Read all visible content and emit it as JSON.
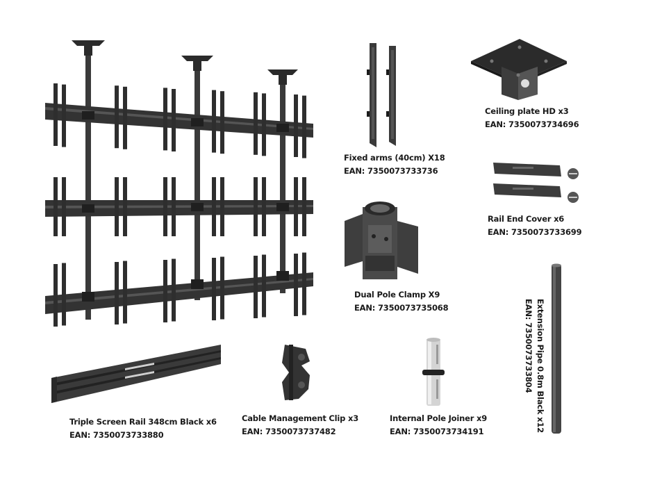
{
  "colors": {
    "metal_dark": "#2b2b2b",
    "metal_mid": "#4a4a4a",
    "metal_light": "#6e6e6e",
    "text": "#1a1a1a"
  },
  "parts": {
    "fixed_arms": {
      "title": "Fixed arms (40cm) X18",
      "ean": "EAN: 7350073733736"
    },
    "ceiling_plate": {
      "title": "Ceiling plate HD x3",
      "ean": "EAN: 7350073734696"
    },
    "rail_end_cover": {
      "title": "Rail End Cover x6",
      "ean": "EAN: 7350073733699"
    },
    "dual_pole_clamp": {
      "title": "Dual Pole Clamp X9",
      "ean": "EAN: 7350073735068"
    },
    "extension_pipe": {
      "title": "Extension Pipe 0.8m Black x12",
      "ean": "EAN: 7350073733804"
    },
    "triple_screen_rail": {
      "title": "Triple Screen Rail 348cm Black x6",
      "ean": "EAN: 7350073733880"
    },
    "cable_clip": {
      "title": "Cable Management Clip x3",
      "ean": "EAN: 7350073737482"
    },
    "pole_joiner": {
      "title": "Internal Pole Joiner x9",
      "ean": "EAN: 7350073734191"
    }
  }
}
